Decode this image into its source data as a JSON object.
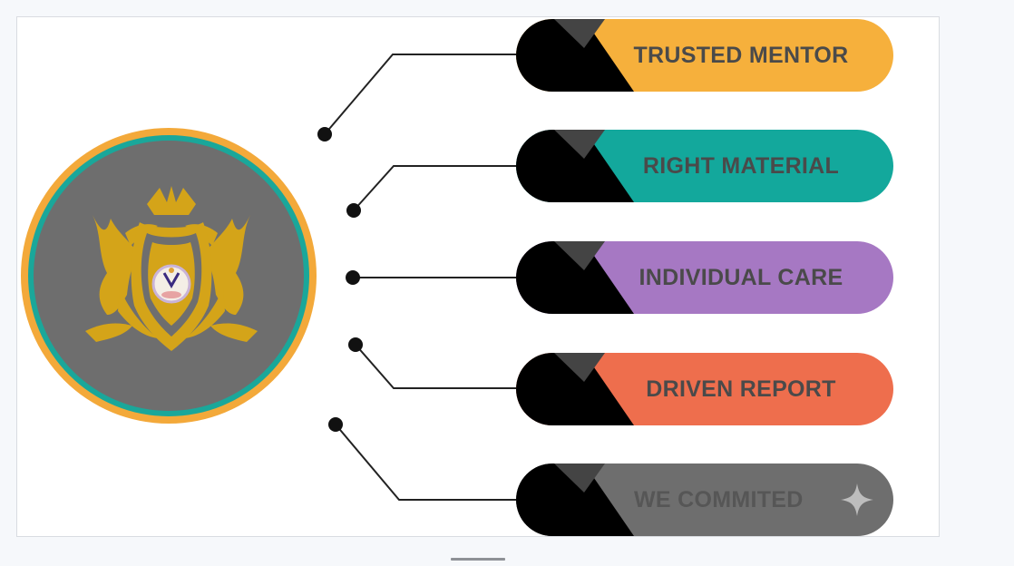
{
  "infographic": {
    "items": [
      {
        "label": "TRUSTED MENTOR",
        "color": "#f6b03c"
      },
      {
        "label": "RIGHT MATERIAL",
        "color": "#13a89c"
      },
      {
        "label": "INDIVIDUAL CARE",
        "color": "#a678c3"
      },
      {
        "label": "DRIVEN REPORT",
        "color": "#ee6e4d"
      },
      {
        "label": "WE COMMITED",
        "color": "#6e6e6e"
      }
    ],
    "emblem": {
      "ring_outer": "#f3a93a",
      "ring_inner": "#1aa79a",
      "fill": "#6e6e6e",
      "crest": "#d4a419"
    },
    "icons": [
      "crest-icon",
      "sparkle-icon"
    ]
  }
}
